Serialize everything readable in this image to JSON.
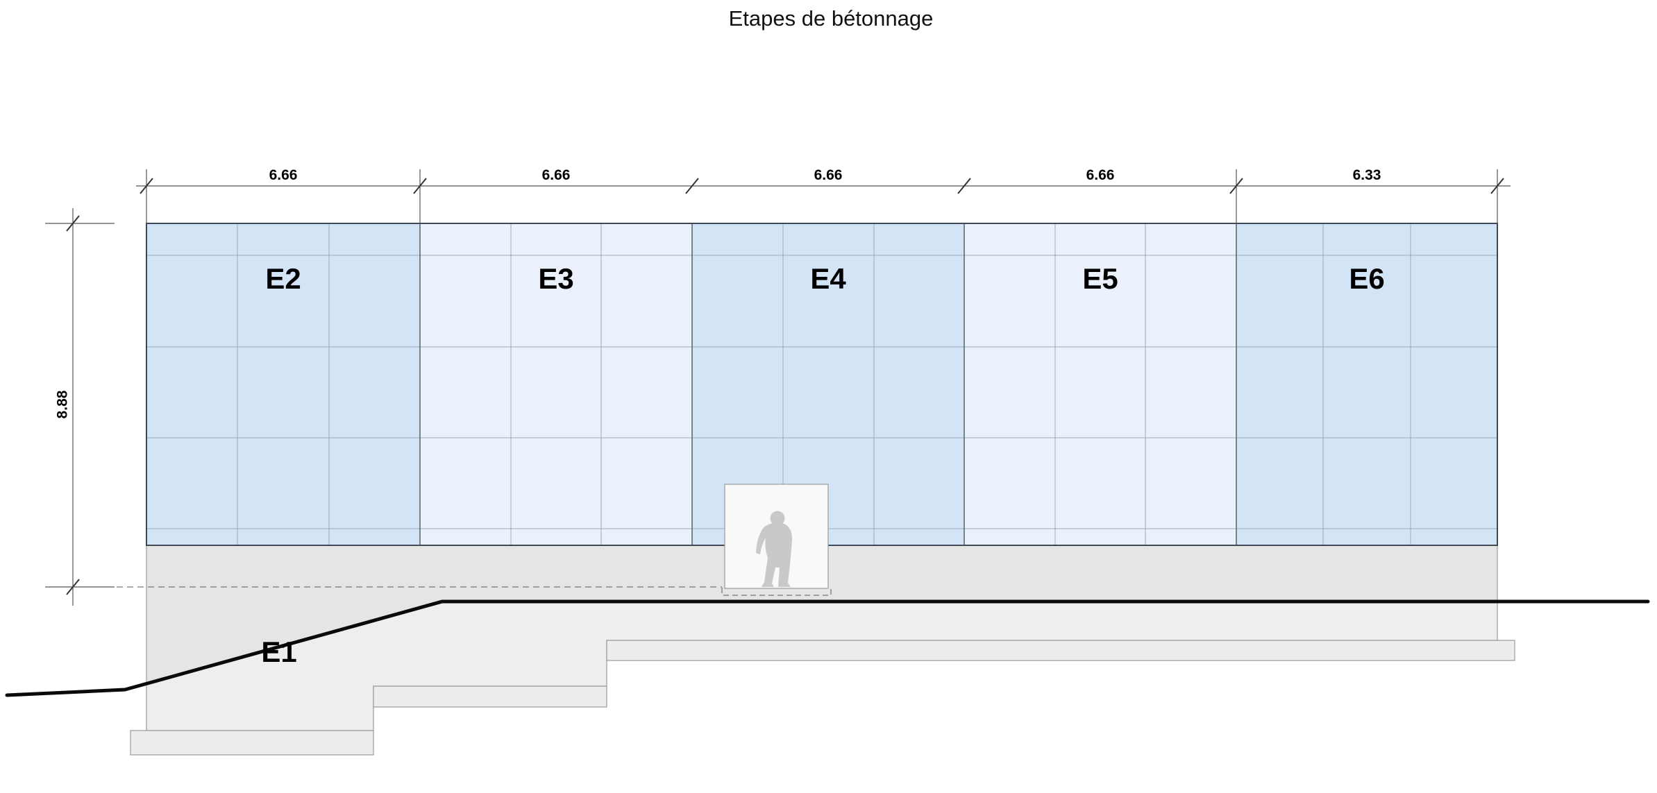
{
  "title": "Etapes de bétonnage",
  "dimensions": {
    "horizontal": [
      "6.66",
      "6.66",
      "6.66",
      "6.66",
      "6.33"
    ],
    "vertical": "8.88"
  },
  "stages": [
    "E1",
    "E2",
    "E3",
    "E4",
    "E5",
    "E6"
  ],
  "colors": {
    "panel_dark": "#d4e4f7",
    "panel_light": "#eaf1fb",
    "grid_line": "#9aaaba",
    "stage_border": "#4a5560",
    "wall_border": "#3e4a55",
    "mass_upper": "#e5e5e5",
    "mass_lower": "#eeeeee",
    "mass_outline": "#9a9a9a",
    "footing_fill": "#ededed",
    "ground_line": "#0a0a0a",
    "dim_line": "#555555",
    "tick_slash": "#333333",
    "dashed_line": "#777777",
    "door_fill": "#f9f9f9",
    "door_border": "#a0a0a0",
    "silhouette": "#c9c9c9"
  }
}
